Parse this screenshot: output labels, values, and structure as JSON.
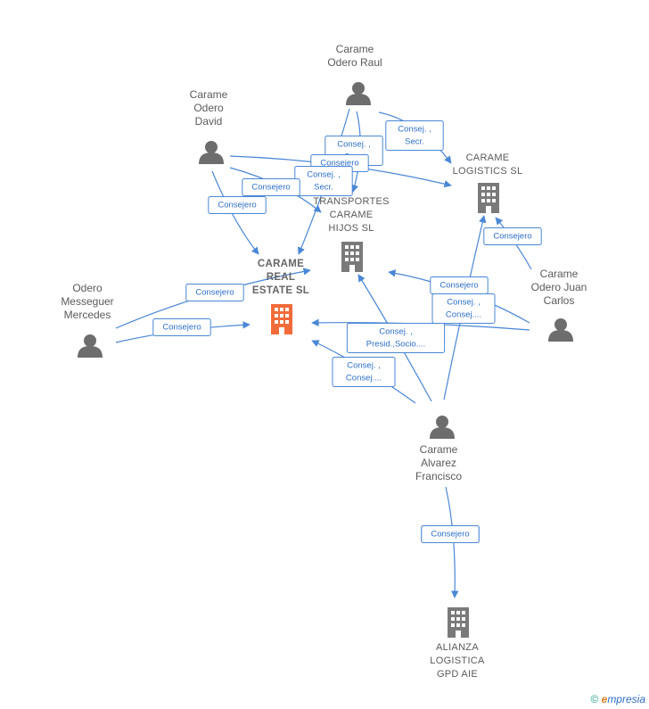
{
  "nodes": [
    {
      "id": "carame_real_estate",
      "type": "company",
      "focus": true,
      "lines": [
        "CARAME",
        "REAL",
        "ESTATE  SL"
      ]
    },
    {
      "id": "transportes",
      "type": "company",
      "lines": [
        "TRANSPORTES",
        "CARAME",
        "HIJOS SL"
      ]
    },
    {
      "id": "logistics",
      "type": "company",
      "lines": [
        "CARAME",
        "LOGISTICS  SL"
      ]
    },
    {
      "id": "alianza",
      "type": "company",
      "lines": [
        "ALIANZA",
        "LOGISTICA",
        "GPD  AIE"
      ]
    },
    {
      "id": "raul",
      "type": "person",
      "lines": [
        "Carame",
        "Odero Raul"
      ]
    },
    {
      "id": "david",
      "type": "person",
      "lines": [
        "Carame",
        "Odero",
        "David"
      ]
    },
    {
      "id": "juan_carlos",
      "type": "person",
      "lines": [
        "Carame",
        "Odero Juan",
        "Carlos"
      ]
    },
    {
      "id": "mercedes",
      "type": "person",
      "lines": [
        "Odero",
        "Messeguer",
        "Mercedes"
      ]
    },
    {
      "id": "francisco",
      "type": "person",
      "lines": [
        "Carame",
        "Alvarez",
        "Francisco"
      ]
    }
  ],
  "edge_labels": [
    {
      "id": "raul_logistics",
      "lines": [
        "Consej. ,",
        "Secr."
      ]
    },
    {
      "id": "raul_transportes",
      "lines": [
        "Consej. ,",
        "Secr."
      ]
    },
    {
      "id": "raul_realestate",
      "lines": [
        "Consejero"
      ]
    },
    {
      "id": "david_logistics",
      "lines": [
        "Consej. ,",
        "Secr."
      ]
    },
    {
      "id": "david_transportes",
      "lines": [
        "Consejero"
      ]
    },
    {
      "id": "david_realestate",
      "lines": [
        "Consejero"
      ]
    },
    {
      "id": "juan_logistics",
      "lines": [
        "Consejero"
      ]
    },
    {
      "id": "juan_transportes",
      "lines": [
        "Consejero"
      ]
    },
    {
      "id": "juan_realestate",
      "lines": [
        "Consej. ,",
        "Consej...."
      ]
    },
    {
      "id": "mercedes_transportes",
      "lines": [
        "Consejero"
      ]
    },
    {
      "id": "mercedes_realestate",
      "lines": [
        "Consejero"
      ]
    },
    {
      "id": "francisco_logistics",
      "lines": [
        "Consejero"
      ]
    },
    {
      "id": "francisco_transportes",
      "lines": [
        "Consej. ,",
        "Presid.,Socio...."
      ]
    },
    {
      "id": "francisco_realestate",
      "lines": [
        "Consej. ,",
        "Consej...."
      ]
    },
    {
      "id": "francisco_alianza",
      "lines": [
        "Consejero"
      ]
    }
  ],
  "footer": {
    "copyright_symbol": "©",
    "brand_initial": "e",
    "brand_rest": "mpresia"
  },
  "colors": {
    "edge": "#4a87d6",
    "focus_company": "#f26b3a",
    "company": "#7a7a7a",
    "person": "#6d6d6d"
  }
}
